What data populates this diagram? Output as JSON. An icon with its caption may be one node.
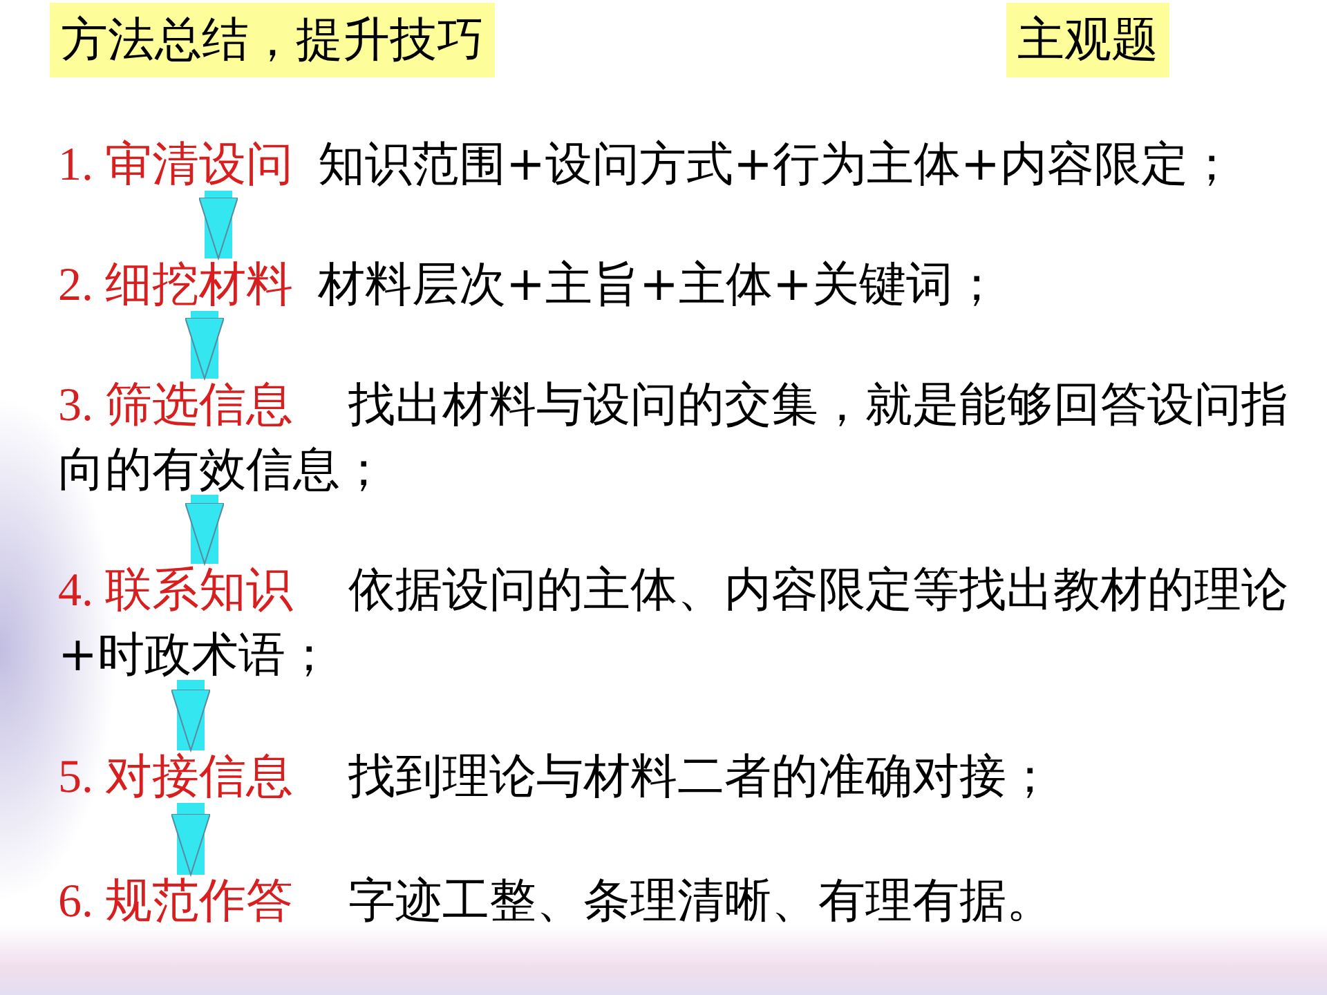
{
  "diagram": {
    "title": "方法总结，提升技巧",
    "nodes": [
      {
        "text": [
          "1. 审清设问",
          "知识范围+设问方式+行为主体+内容限定；"
        ]
      },
      {
        "text": [
          "2. 细挖材料",
          "材料层次+主旨+主体+关键词；"
        ]
      },
      {
        "text": [
          "3. 筛选信息",
          "找出材料与设问的交集，就是能够回答设问指向的有效信息；"
        ]
      },
      {
        "text": [
          "4. 联系知识",
          "依据设问的主体、内容限定等找出教材的理论+时政术语；"
        ]
      },
      {
        "text": [
          "5. 对接信息",
          "找到理论与材料二者的准确对接；"
        ]
      },
      {
        "text": [
          "6. 规范作答",
          "字迹工整、条理清晰、有理有据。"
        ]
      }
    ],
    "edges": [
      {
        "from": 0,
        "to": 1,
        "arrow": "to"
      },
      {
        "from": 1,
        "to": 2,
        "arrow": "to"
      },
      {
        "from": 2,
        "to": 3,
        "arrow": "to"
      },
      {
        "from": 3,
        "to": 4,
        "arrow": "to"
      },
      {
        "from": 4,
        "to": 5,
        "arrow": "to"
      }
    ],
    "labels": [
      "主观题"
    ]
  }
}
